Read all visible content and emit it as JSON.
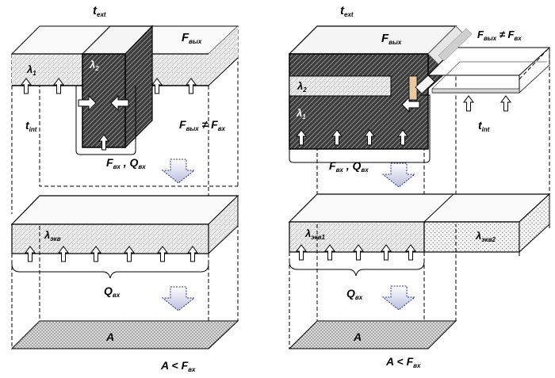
{
  "left": {
    "t_ext": {
      "main": "t",
      "sub": "ext"
    },
    "F_out_top": {
      "main": "F",
      "sub": "вых"
    },
    "lambda1": {
      "main": "λ",
      "sub": "1"
    },
    "lambda2": {
      "main": "λ",
      "sub": "2"
    },
    "t_int": {
      "main": "t",
      "sub": "int"
    },
    "F_neq": {
      "a": "F",
      "asub": "вых",
      "op": " ≠ ",
      "b": "F",
      "bsub": "вх"
    },
    "F_in_Q_in": {
      "a": "F",
      "asub": "вх",
      "sep": " , ",
      "b": "Q",
      "bsub": "вх"
    },
    "lambda_eq": {
      "main": "λ",
      "sub": "экв"
    },
    "Q_in": {
      "main": "Q",
      "sub": "вх"
    },
    "A": "A",
    "A_lt_F": {
      "a": "A",
      "op": " <  ",
      "b": "F",
      "bsub": "вх"
    }
  },
  "right": {
    "t_ext": {
      "main": "t",
      "sub": "ext"
    },
    "F_out_top": {
      "main": "F",
      "sub": "вых"
    },
    "F_neq": {
      "a": "F",
      "asub": "вых",
      "op": " ≠ ",
      "b": "F",
      "bsub": "вх"
    },
    "lambda2": {
      "main": "λ",
      "sub": "2"
    },
    "lambda1": {
      "main": "λ",
      "sub": "1"
    },
    "t_int": {
      "main": "t",
      "sub": "int"
    },
    "F_in_Q_in": {
      "a": "F",
      "asub": "вх",
      "sep": " , ",
      "b": "Q",
      "bsub": "вх"
    },
    "lambda_eq1": {
      "main": "λ",
      "sub": "экв1"
    },
    "lambda_eq2": {
      "main": "λ",
      "sub": "экв2"
    },
    "Q_in": {
      "main": "Q",
      "sub": "вх"
    },
    "A": "A",
    "A_lt_F": {
      "a": "A",
      "op": " <  ",
      "b": "F",
      "bsub": "вх"
    }
  }
}
